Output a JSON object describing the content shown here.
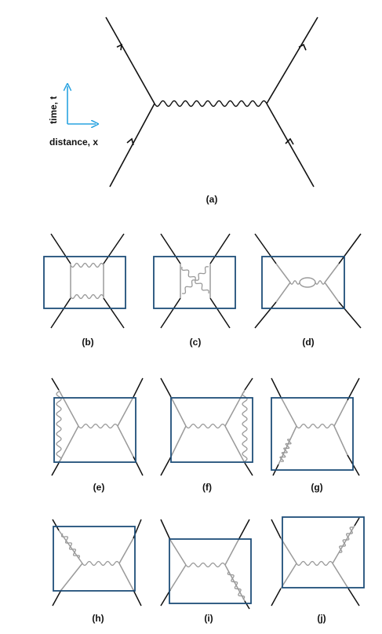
{
  "axes": {
    "time_label": "time, t",
    "distance_label": "distance, x"
  },
  "colors": {
    "fermion_dark": "#111111",
    "internal_gray": "#9a9a9a",
    "box": "#1f4e79",
    "axis_arrow": "#29a3e0"
  },
  "panels": [
    {
      "label": "(a)",
      "description": "tree-level single photon exchange"
    },
    {
      "label": "(b)",
      "description": "box: two parallel photon exchanges"
    },
    {
      "label": "(c)",
      "description": "box: crossed photon exchange"
    },
    {
      "label": "(d)",
      "description": "box: vacuum polarization loop"
    },
    {
      "label": "(e)",
      "description": "box: vertex correction left"
    },
    {
      "label": "(f)",
      "description": "box: vertex correction right"
    },
    {
      "label": "(g)",
      "description": "box: vertex correction lower left"
    },
    {
      "label": "(h)",
      "description": "box: vertex correction upper left"
    },
    {
      "label": "(i)",
      "description": "box: vertex correction lower right"
    },
    {
      "label": "(j)",
      "description": "box: vertex correction upper right"
    }
  ]
}
